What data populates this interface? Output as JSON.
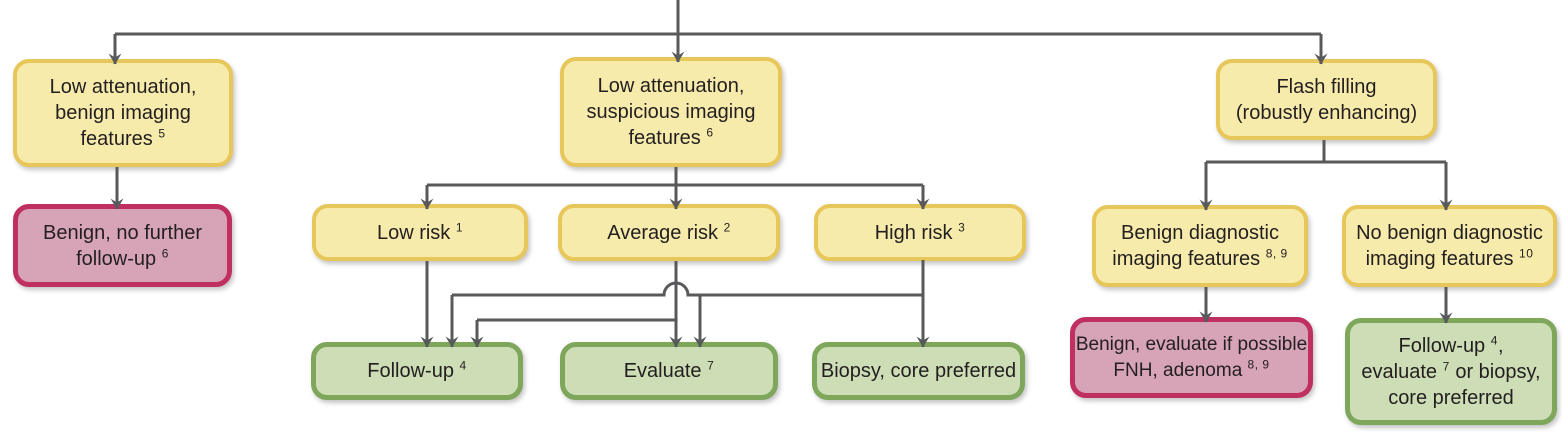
{
  "diagram": {
    "description": "Flowchart for incidental liver lesion management by imaging appearance",
    "colors": {
      "condition_fill": "#f7ebac",
      "condition_border": "#e7c65a",
      "action_fill": "#cdddb5",
      "action_border": "#7fa75c",
      "benign_fill": "#d7a4b7",
      "benign_border": "#bf3060",
      "connector": "#58595b",
      "text": "#231f20"
    },
    "edges": [
      {
        "from": "entry",
        "to": "l1"
      },
      {
        "from": "entry",
        "to": "c1"
      },
      {
        "from": "entry",
        "to": "r1"
      },
      {
        "from": "l1",
        "to": "l2"
      },
      {
        "from": "c1",
        "to": "m1"
      },
      {
        "from": "c1",
        "to": "m2"
      },
      {
        "from": "c1",
        "to": "m3"
      },
      {
        "from": "m1",
        "to": "g1"
      },
      {
        "from": "m2",
        "to": "g1"
      },
      {
        "from": "m2",
        "to": "g2"
      },
      {
        "from": "m3",
        "to": "g1"
      },
      {
        "from": "m3",
        "to": "g2"
      },
      {
        "from": "m3",
        "to": "g3"
      },
      {
        "from": "r1",
        "to": "rc1"
      },
      {
        "from": "r1",
        "to": "rc2"
      },
      {
        "from": "rc1",
        "to": "rp"
      },
      {
        "from": "rc2",
        "to": "rg"
      }
    ]
  },
  "nodes": {
    "l1": {
      "kind": "condition",
      "lines": [
        [
          {
            "t": "Low attenuation,"
          }
        ],
        [
          {
            "t": "benign imaging"
          }
        ],
        [
          {
            "t": "features "
          },
          {
            "s": "5"
          }
        ]
      ]
    },
    "l2": {
      "kind": "benign-outcome",
      "lines": [
        [
          {
            "t": "Benign, no further"
          }
        ],
        [
          {
            "t": "follow-up "
          },
          {
            "s": "6"
          }
        ]
      ]
    },
    "c1": {
      "kind": "condition",
      "lines": [
        [
          {
            "t": "Low attenuation,"
          }
        ],
        [
          {
            "t": "suspicious imaging"
          }
        ],
        [
          {
            "t": "features "
          },
          {
            "s": "6"
          }
        ]
      ]
    },
    "m1": {
      "kind": "condition",
      "lines": [
        [
          {
            "t": "Low risk "
          },
          {
            "s": "1"
          }
        ]
      ]
    },
    "m2": {
      "kind": "condition",
      "lines": [
        [
          {
            "t": "Average risk "
          },
          {
            "s": "2"
          }
        ]
      ]
    },
    "m3": {
      "kind": "condition",
      "lines": [
        [
          {
            "t": "High risk "
          },
          {
            "s": "3"
          }
        ]
      ]
    },
    "g1": {
      "kind": "action-outcome",
      "lines": [
        [
          {
            "t": "Follow-up "
          },
          {
            "s": "4"
          }
        ]
      ]
    },
    "g2": {
      "kind": "action-outcome",
      "lines": [
        [
          {
            "t": "Evaluate "
          },
          {
            "s": "7"
          }
        ]
      ]
    },
    "g3": {
      "kind": "action-outcome",
      "lines": [
        [
          {
            "t": "Biopsy, core preferred"
          }
        ]
      ]
    },
    "r1": {
      "kind": "condition",
      "lines": [
        [
          {
            "t": "Flash filling"
          }
        ],
        [
          {
            "t": "(robustly enhancing)"
          }
        ]
      ]
    },
    "rc1": {
      "kind": "condition",
      "lines": [
        [
          {
            "t": "Benign diagnostic"
          }
        ],
        [
          {
            "t": "imaging features "
          },
          {
            "s": "8, 9"
          }
        ]
      ]
    },
    "rc2": {
      "kind": "condition",
      "lines": [
        [
          {
            "t": "No benign diagnostic"
          }
        ],
        [
          {
            "t": "imaging features "
          },
          {
            "s": "10"
          }
        ]
      ]
    },
    "rp": {
      "kind": "benign-outcome",
      "lines": [
        [
          {
            "t": "Benign, evaluate if possible"
          }
        ],
        [
          {
            "t": "FNH, adenoma "
          },
          {
            "s": "8, 9"
          }
        ]
      ]
    },
    "rg": {
      "kind": "action-outcome",
      "lines": [
        [
          {
            "t": "Follow-up "
          },
          {
            "s": "4"
          },
          {
            "t": ","
          }
        ],
        [
          {
            "t": "evaluate "
          },
          {
            "s": "7"
          },
          {
            "t": " or biopsy,"
          }
        ],
        [
          {
            "t": "core preferred"
          }
        ]
      ]
    }
  }
}
